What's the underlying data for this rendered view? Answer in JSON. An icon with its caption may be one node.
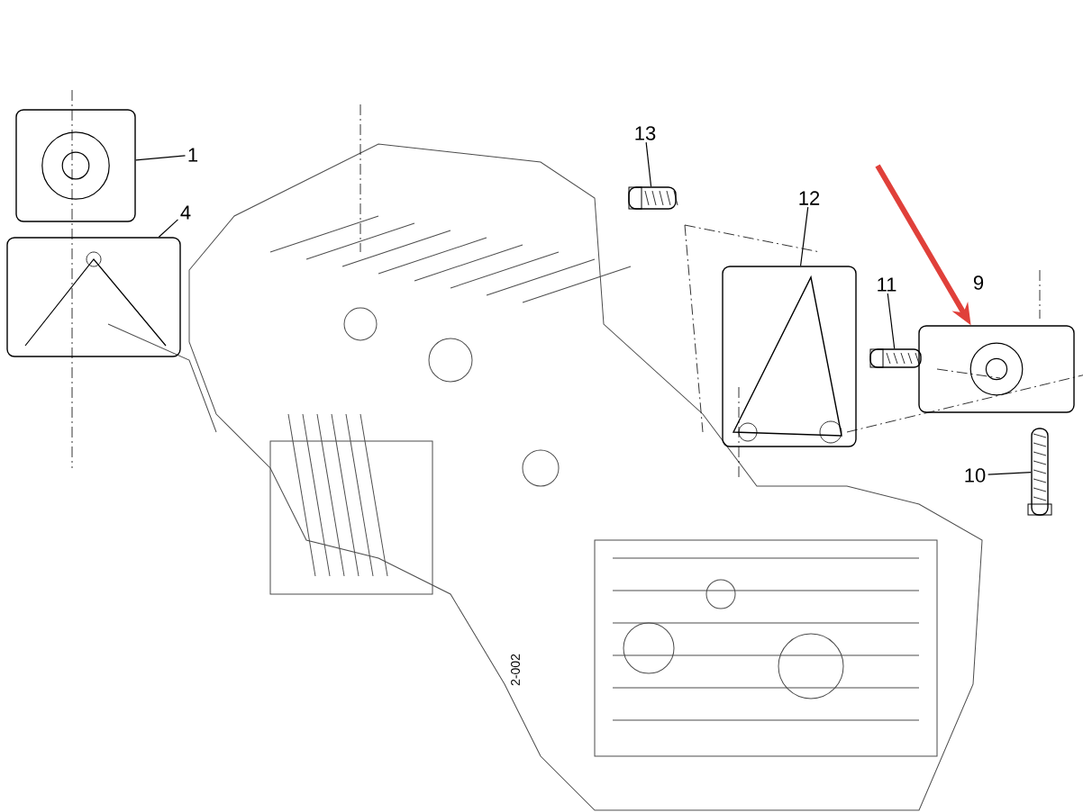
{
  "diagram": {
    "nodes": [
      {
        "text": [
          "1"
        ]
      },
      {
        "text": [
          "4"
        ]
      },
      {
        "text": [
          "13"
        ]
      },
      {
        "text": [
          "12"
        ]
      },
      {
        "text": [
          "11"
        ]
      },
      {
        "text": [
          "10"
        ]
      },
      {
        "text": [],
        "shape": "picture"
      },
      {
        "text": [],
        "shape": "picture"
      },
      {
        "text": [],
        "shape": "picture"
      },
      {
        "text": [],
        "shape": "picture"
      },
      {
        "text": [],
        "shape": "picture"
      },
      {
        "text": [],
        "shape": "picture"
      },
      {
        "text": [],
        "shape": "picture"
      }
    ],
    "edges": [
      {
        "from": 0,
        "to": 6,
        "arrow": "none"
      },
      {
        "from": 1,
        "to": 7,
        "arrow": "none"
      },
      {
        "from": 2,
        "to": 8,
        "arrow": "none"
      },
      {
        "from": 3,
        "to": 9,
        "arrow": "none"
      },
      {
        "from": 4,
        "to": 10,
        "arrow": "none"
      },
      {
        "from": 5,
        "to": 12,
        "arrow": "none"
      },
      {
        "from": null,
        "to": 11,
        "arrow": "to",
        "style": "thick",
        "color": "#e0403a"
      }
    ],
    "labels": [
      "9",
      "2-002"
    ]
  }
}
